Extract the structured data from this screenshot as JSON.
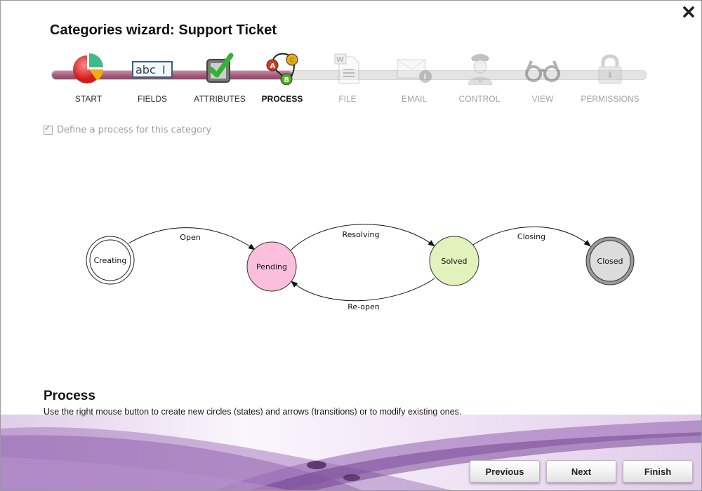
{
  "window": {
    "title": "Categories wizard:  Support Ticket"
  },
  "wizard": {
    "progress_current_step": 4,
    "progress_total_steps": 9,
    "steps": [
      {
        "label": "START",
        "icon": "pie-chart-icon",
        "state": "done"
      },
      {
        "label": "FIELDS",
        "icon": "text-field-icon",
        "state": "done"
      },
      {
        "label": "ATTRIBUTES",
        "icon": "checkbox-check-icon",
        "state": "done"
      },
      {
        "label": "PROCESS",
        "icon": "process-abc-icon",
        "state": "active"
      },
      {
        "label": "FILE",
        "icon": "word-document-icon",
        "state": "future"
      },
      {
        "label": "EMAIL",
        "icon": "email-info-icon",
        "state": "future"
      },
      {
        "label": "CONTROL",
        "icon": "officer-icon",
        "state": "future"
      },
      {
        "label": "VIEW",
        "icon": "glasses-icon",
        "state": "future"
      },
      {
        "label": "PERMISSIONS",
        "icon": "padlock-icon",
        "state": "future"
      }
    ]
  },
  "define_process": {
    "label": "Define a process for this category",
    "checked": true,
    "enabled": false
  },
  "process_diagram": {
    "states": [
      {
        "name": "Creating",
        "type": "initial",
        "fill": "#ffffff"
      },
      {
        "name": "Pending",
        "type": "normal",
        "fill": "#f9bfdc"
      },
      {
        "name": "Solved",
        "type": "normal",
        "fill": "#e2f2bd"
      },
      {
        "name": "Closed",
        "type": "final",
        "fill": "#dcdcdc"
      }
    ],
    "transitions": [
      {
        "label": "Open",
        "from": "Creating",
        "to": "Pending"
      },
      {
        "label": "Resolving",
        "from": "Pending",
        "to": "Solved"
      },
      {
        "label": "Re-open",
        "from": "Solved",
        "to": "Pending"
      },
      {
        "label": "Closing",
        "from": "Solved",
        "to": "Closed"
      }
    ]
  },
  "help": {
    "title": "Process",
    "text": "Use the right mouse button to create new circles (states) and arrows (transitions) or to modify existing ones."
  },
  "buttons": {
    "previous": "Previous",
    "next": "Next",
    "finish": "Finish"
  },
  "colors": {
    "accent": "#a35677",
    "footer_purple": "#8a4ea8"
  }
}
